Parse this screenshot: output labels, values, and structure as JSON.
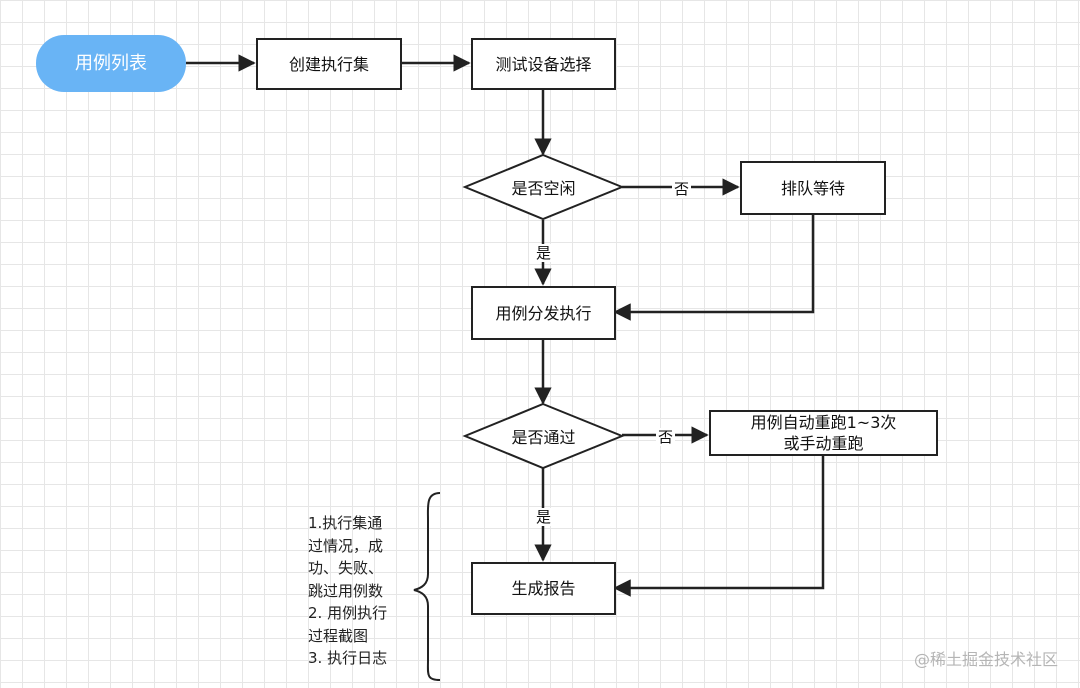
{
  "nodes": {
    "case_list": "用例列表",
    "create_set": "创建执行集",
    "device_select": "测试设备选择",
    "idle_check": "是否空闲",
    "queue_wait": "排队等待",
    "dispatch": "用例分发执行",
    "pass_check": "是否通过",
    "rerun_line1": "用例自动重跑1~3次",
    "rerun_line2": "或手动重跑",
    "report": "生成报告"
  },
  "edges": {
    "idle_no": "否",
    "idle_yes": "是",
    "pass_no": "否",
    "pass_yes": "是"
  },
  "note": [
    "1.执行集通",
    "过情况，成",
    "功、失败、",
    "跳过用例数",
    "2. 用例执行",
    "过程截图",
    "3. 执行日志"
  ],
  "watermark": "@稀土掘金技术社区",
  "colors": {
    "start_fill": "#69b4f5",
    "stroke": "#222222",
    "grid": "#e6e6e6"
  }
}
